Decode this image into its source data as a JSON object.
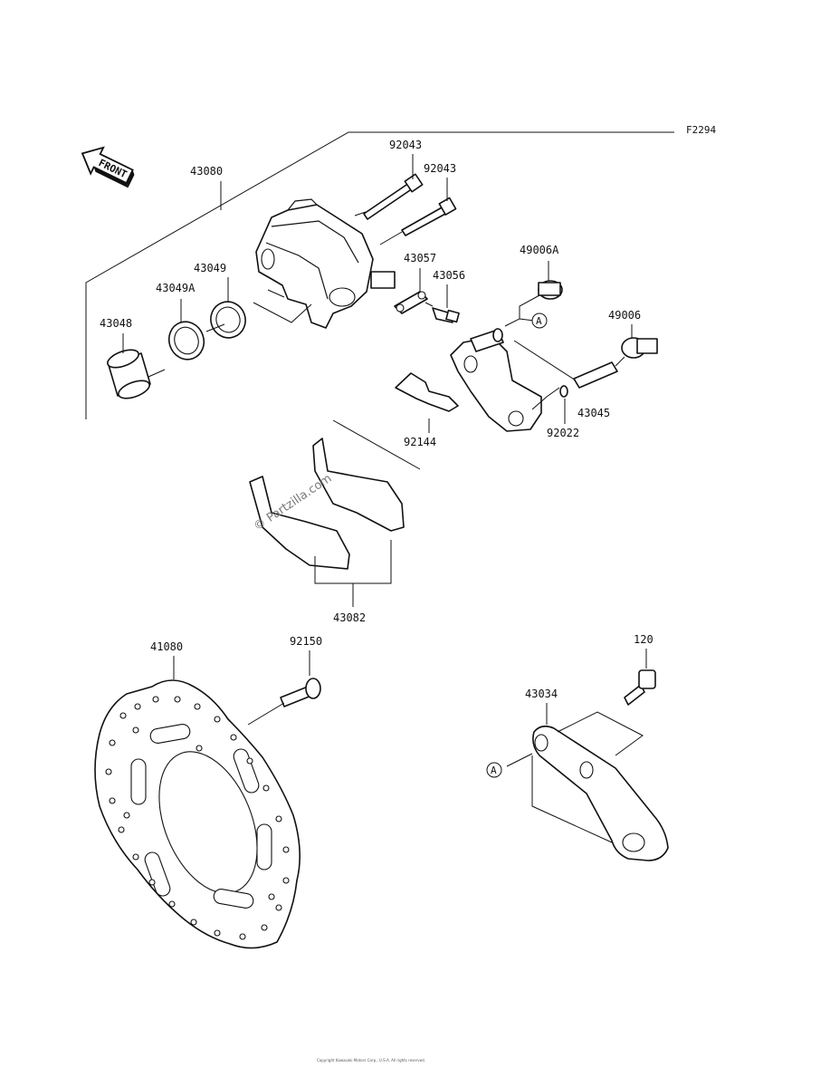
{
  "figure_code": "F2294",
  "front_arrow_label": "FRONT",
  "watermark": "© Partzilla.com",
  "footer_text": "Copyright Kawasaki Motors Corp., U.S.A. All rights reserved.",
  "callout_ref": "A",
  "parts": [
    {
      "id": "43080",
      "label": "43080"
    },
    {
      "id": "92043a",
      "label": "92043"
    },
    {
      "id": "92043b",
      "label": "92043"
    },
    {
      "id": "43049",
      "label": "43049"
    },
    {
      "id": "43049A",
      "label": "43049A"
    },
    {
      "id": "43048",
      "label": "43048"
    },
    {
      "id": "43057",
      "label": "43057"
    },
    {
      "id": "43056",
      "label": "43056"
    },
    {
      "id": "49006A",
      "label": "49006A"
    },
    {
      "id": "49006",
      "label": "49006"
    },
    {
      "id": "43045",
      "label": "43045"
    },
    {
      "id": "92022",
      "label": "92022"
    },
    {
      "id": "92144",
      "label": "92144"
    },
    {
      "id": "43082",
      "label": "43082"
    },
    {
      "id": "41080",
      "label": "41080"
    },
    {
      "id": "92150",
      "label": "92150"
    },
    {
      "id": "43034",
      "label": "43034"
    },
    {
      "id": "120",
      "label": "120"
    }
  ]
}
